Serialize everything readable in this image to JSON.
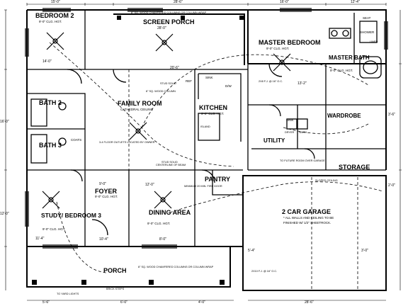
{
  "rooms": {
    "bedroom2": {
      "name": "BEDROOM 2",
      "ceiling": "9'-0\" CLG. HGT."
    },
    "screen_porch": {
      "name": "SCREEN PORCH",
      "dim": "28'-0\"",
      "note": "8\" SQ. WOOD CHAMFERED COLUMNS OR COLUMN WRAP"
    },
    "master_bedroom": {
      "name": "MASTER BEDROOM",
      "ceiling": "9'-0\" CLG. HGT."
    },
    "master_bath": {
      "name": "MASTER BATH",
      "ceiling": "9'-0\" CLG. HGT."
    },
    "seat": {
      "name": "SEAT"
    },
    "shower": {
      "name": "SHOWER"
    },
    "family_room": {
      "name": "FAMILY ROOM",
      "ceiling": "CATHEDRAL CEILING",
      "note": "8\" SQ. WOOD COLUMN",
      "outlets": "3-4 FLOOR OUTLETS LOCATED BY OWNER"
    },
    "kitchen": {
      "name": "KITCHEN",
      "ceiling": "9'-0\" CLG. HGT."
    },
    "bath2": {
      "name": "BATH 2"
    },
    "bath3": {
      "name": "BATH 3"
    },
    "wardrobe": {
      "name": "WARDROBE"
    },
    "utility": {
      "name": "UTILITY"
    },
    "storage": {
      "name": "STORAGE"
    },
    "foyer": {
      "name": "FOYER",
      "ceiling": "9'-0\" CLG. HGT."
    },
    "pantry": {
      "name": "PANTRY"
    },
    "dining": {
      "name": "DINING AREA",
      "ceiling": "9'-0\" CLG. HGT."
    },
    "study": {
      "name": "STUDY/ BEDROOM 3",
      "ceiling": "9'-0\" CLG. HGT."
    },
    "porch": {
      "name": "PORCH",
      "note": "8\" SQ. WOOD CHAMFERED COLUMNS OR COLUMN WRAP"
    },
    "garage": {
      "name": "2 CAR GARAGE",
      "note1": "* ALL WALLS AND CEILING TO BE",
      "note2": "FINISHED W/ 1/2\" SHEETROCK."
    }
  },
  "notes": {
    "centerline_beam": "CENTERLINE OF BEAM",
    "fire_door": "MINIMUM 20 MIN. FIRE DOOR",
    "future_room": "TO FUTURE ROOM OVER GARAGE",
    "sloped_ceiling": "SLOPED CEILING",
    "stud_solid": "STUD SOLID",
    "brick_steps": "BRICK STEPS",
    "yard_lights": "TO YARD LIGHTS",
    "coats": "COATS",
    "linen": "LINEN",
    "ref": "REF",
    "sink": "SINK",
    "dw": "D/W",
    "dryer": "DRYER",
    "wash": "WASH",
    "island": "ISLAND",
    "beam_2x10": "2X10 F.J. @ 16\" O.C.",
    "beam_2x8": "2X8 F.J. @ 16\" O.C."
  },
  "dims": {
    "d15": "15'-0\"",
    "d16": "16'-0\"",
    "d12": "12'-4\"",
    "d12b": "12'-0\"",
    "d9": "9'-0\"",
    "d5": "5'-6\"",
    "d4": "4'-0\"",
    "d6": "6'-0\"",
    "d8": "8'-0\"",
    "d2": "2'-0\"",
    "d3": "3'-6\"",
    "d10": "10'-4\"",
    "d11": "11'-4\"",
    "d13": "13'-2\"",
    "d14": "14'-0\"",
    "d20": "20'-6\"",
    "d28": "28'-6\"",
    "d5b": "5'-4\"",
    "d3b": "3'-0\""
  }
}
